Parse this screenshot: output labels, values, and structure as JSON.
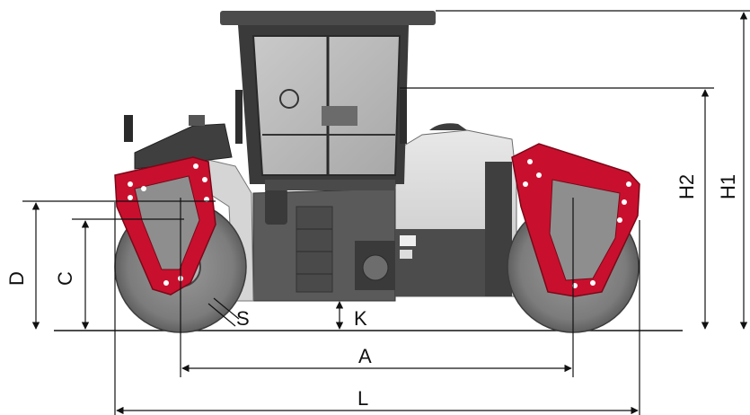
{
  "dimensions": {
    "A": "A",
    "L": "L",
    "C": "C",
    "D": "D",
    "H1": "H1",
    "H2": "H2",
    "K": "K",
    "S": "S"
  },
  "colors": {
    "frame_red": "#c8102e",
    "body_dark": "#4a4a4a",
    "body_light": "#d9d9d9",
    "drum_grey": "#8e8e8e",
    "line": "#111111"
  }
}
